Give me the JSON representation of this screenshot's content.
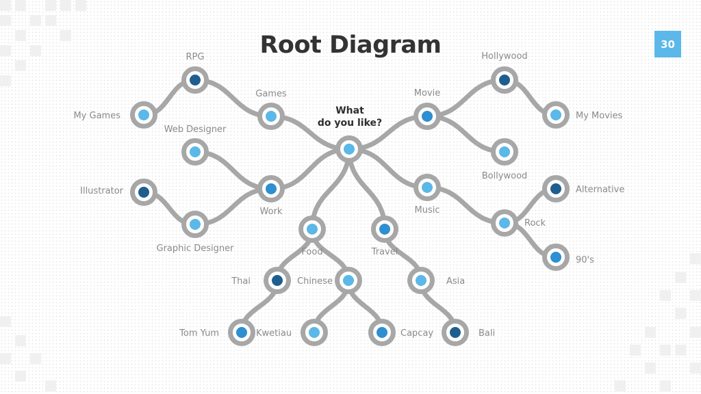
{
  "slide": {
    "title": "Root Diagram",
    "page_number": "30"
  },
  "colors": {
    "branch": "#a7a7a7",
    "node_ring": "#a7a7a7",
    "dot_light": "#5bb8e8",
    "dot_mid": "#2e8fd1",
    "dot_dark": "#1f5f8f",
    "title": "#333333",
    "label": "#8a8a8a",
    "badge": "#5bb8e8"
  },
  "diagram": {
    "center": {
      "line1": "What",
      "line2": "do you like?"
    },
    "nodes": [
      {
        "id": "center",
        "label": "",
        "dot": "light"
      },
      {
        "id": "games",
        "label": "Games",
        "dot": "light"
      },
      {
        "id": "rpg",
        "label": "RPG",
        "dot": "dark"
      },
      {
        "id": "mygames",
        "label": "My Games",
        "dot": "light"
      },
      {
        "id": "work",
        "label": "Work",
        "dot": "mid"
      },
      {
        "id": "webdesigner",
        "label": "Web Designer",
        "dot": "light"
      },
      {
        "id": "graphicdesigner",
        "label": "Graphic Designer",
        "dot": "light"
      },
      {
        "id": "illustrator",
        "label": "Illustrator",
        "dot": "dark"
      },
      {
        "id": "movie",
        "label": "Movie",
        "dot": "mid"
      },
      {
        "id": "hollywood",
        "label": "Hollywood",
        "dot": "dark"
      },
      {
        "id": "mymovies",
        "label": "My Movies",
        "dot": "light"
      },
      {
        "id": "bollywood",
        "label": "Bollywood",
        "dot": "light"
      },
      {
        "id": "music",
        "label": "Music",
        "dot": "light"
      },
      {
        "id": "rock",
        "label": "Rock",
        "dot": "light"
      },
      {
        "id": "alternative",
        "label": "Alternative",
        "dot": "dark"
      },
      {
        "id": "nineties",
        "label": "90's",
        "dot": "mid"
      },
      {
        "id": "food",
        "label": "Food",
        "dot": "light"
      },
      {
        "id": "thai",
        "label": "Thai",
        "dot": "dark"
      },
      {
        "id": "chinese",
        "label": "Chinese",
        "dot": "light"
      },
      {
        "id": "tomyum",
        "label": "Tom Yum",
        "dot": "mid"
      },
      {
        "id": "kwetiau",
        "label": "Kwetiau",
        "dot": "light"
      },
      {
        "id": "capcay",
        "label": "Capcay",
        "dot": "mid"
      },
      {
        "id": "travel",
        "label": "Travel",
        "dot": "mid"
      },
      {
        "id": "asia",
        "label": "Asia",
        "dot": "light"
      },
      {
        "id": "bali",
        "label": "Bali",
        "dot": "dark"
      }
    ],
    "edges": [
      [
        "center",
        "games"
      ],
      [
        "games",
        "rpg"
      ],
      [
        "rpg",
        "mygames"
      ],
      [
        "center",
        "work"
      ],
      [
        "work",
        "webdesigner"
      ],
      [
        "work",
        "graphicdesigner"
      ],
      [
        "graphicdesigner",
        "illustrator"
      ],
      [
        "center",
        "movie"
      ],
      [
        "movie",
        "hollywood"
      ],
      [
        "hollywood",
        "mymovies"
      ],
      [
        "movie",
        "bollywood"
      ],
      [
        "center",
        "music"
      ],
      [
        "music",
        "rock"
      ],
      [
        "rock",
        "alternative"
      ],
      [
        "rock",
        "nineties"
      ],
      [
        "center",
        "food"
      ],
      [
        "food",
        "thai"
      ],
      [
        "food",
        "chinese"
      ],
      [
        "thai",
        "tomyum"
      ],
      [
        "chinese",
        "kwetiau"
      ],
      [
        "chinese",
        "capcay"
      ],
      [
        "center",
        "travel"
      ],
      [
        "travel",
        "asia"
      ],
      [
        "asia",
        "bali"
      ]
    ]
  }
}
